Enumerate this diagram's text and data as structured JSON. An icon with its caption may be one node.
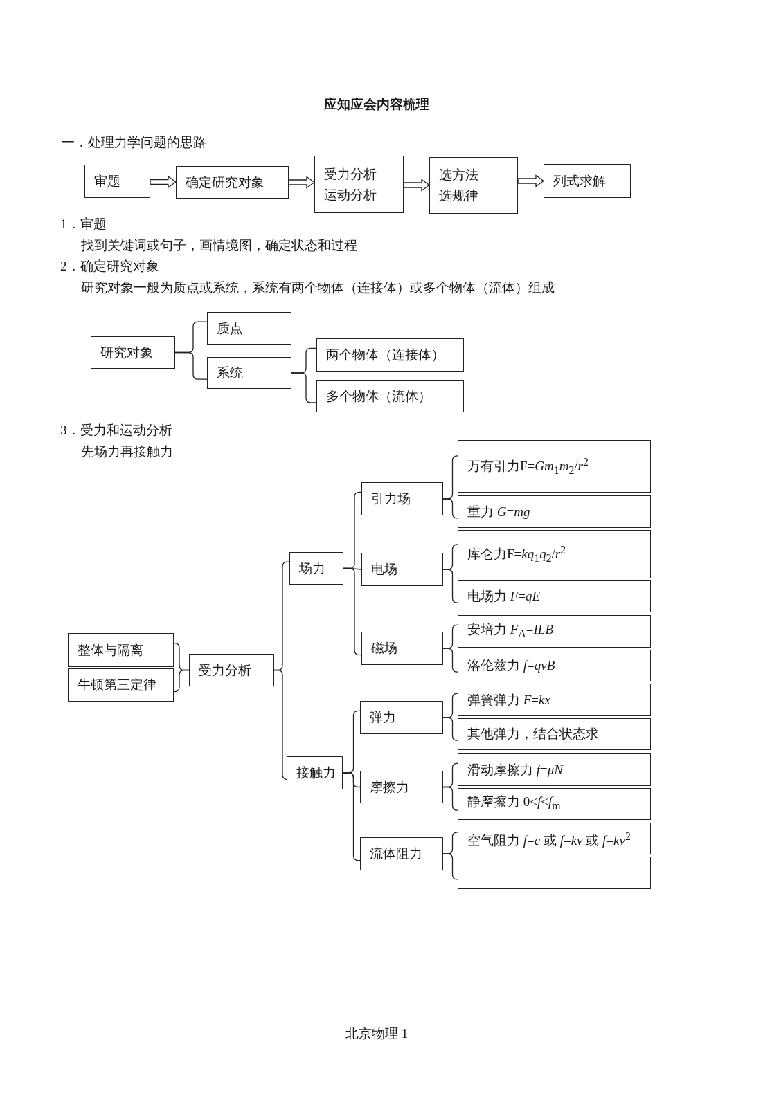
{
  "diagram": {
    "title": "应知应会内容梳理",
    "nodes": [
      {
        "text": [
          "审题"
        ]
      },
      {
        "text": [
          "确定研究对象"
        ]
      },
      {
        "text": [
          "受力分析",
          "运动分析"
        ]
      },
      {
        "text": [
          "选方法",
          "选规律"
        ]
      },
      {
        "text": [
          "列式求解"
        ]
      },
      {
        "text": [
          "研究对象"
        ]
      },
      {
        "text": [
          "质点"
        ]
      },
      {
        "text": [
          "系统"
        ]
      },
      {
        "text": [
          "两个物体（连接体）"
        ]
      },
      {
        "text": [
          "多个物体（流体）"
        ]
      },
      {
        "text": [
          "整体与隔离"
        ]
      },
      {
        "text": [
          "牛顿第三定律"
        ]
      },
      {
        "text": [
          "受力分析"
        ]
      },
      {
        "text": [
          "场力"
        ]
      },
      {
        "text": [
          "接触力"
        ]
      },
      {
        "text": [
          "引力场"
        ]
      },
      {
        "text": [
          "电场"
        ]
      },
      {
        "text": [
          "磁场"
        ]
      },
      {
        "text": [
          "弹力"
        ]
      },
      {
        "text": [
          "摩擦力"
        ]
      },
      {
        "text": [
          "流体阻力"
        ]
      },
      {
        "text": [
          "万有引力F=*Gm*$_{1}$*m*$_{2}$/*r*$^{2}$"
        ]
      },
      {
        "text": [
          "重力 *G*=*mg*"
        ]
      },
      {
        "text": [
          "库仑力F=*kq*$_{1}$*q*$_{2}$/*r*$^{2}$"
        ]
      },
      {
        "text": [
          "电场力 *F*=*qE*"
        ]
      },
      {
        "text": [
          "安培力 *F*$_{A}$=*ILB*"
        ]
      },
      {
        "text": [
          "洛伦兹力 *f*=*qvB*"
        ]
      },
      {
        "text": [
          "弹簧弹力 *F*=*kx*"
        ]
      },
      {
        "text": [
          "其他弹力，结合状态求"
        ]
      },
      {
        "text": [
          "滑动摩擦力 *f*=*μN*"
        ]
      },
      {
        "text": [
          "静摩擦力 0<*f*<*f*$_{m}$"
        ]
      },
      {
        "text": [
          "空气阻力 *f*=*c* 或 *f*=*kv* 或 *f*=*kv*$^{2}$"
        ]
      },
      {
        "text": [],
        "shape": "box"
      }
    ],
    "edges": [
      {
        "from": 0,
        "to": 1,
        "arrow": "to"
      },
      {
        "from": 1,
        "to": 2,
        "arrow": "to"
      },
      {
        "from": 2,
        "to": 3,
        "arrow": "to"
      },
      {
        "from": 3,
        "to": 4,
        "arrow": "to"
      },
      {
        "from": 5,
        "to": 6,
        "arrow": "none"
      },
      {
        "from": 5,
        "to": 7,
        "arrow": "none"
      },
      {
        "from": 7,
        "to": 8,
        "arrow": "none"
      },
      {
        "from": 7,
        "to": 9,
        "arrow": "none"
      },
      {
        "from": 10,
        "to": 12,
        "arrow": "none"
      },
      {
        "from": 11,
        "to": 12,
        "arrow": "none"
      },
      {
        "from": 12,
        "to": 13,
        "arrow": "none"
      },
      {
        "from": 12,
        "to": 14,
        "arrow": "none"
      },
      {
        "from": 13,
        "to": 15,
        "arrow": "none"
      },
      {
        "from": 13,
        "to": 16,
        "arrow": "none"
      },
      {
        "from": 13,
        "to": 17,
        "arrow": "none"
      },
      {
        "from": 14,
        "to": 18,
        "arrow": "none"
      },
      {
        "from": 14,
        "to": 19,
        "arrow": "none"
      },
      {
        "from": 14,
        "to": 20,
        "arrow": "none"
      },
      {
        "from": 15,
        "to": 21,
        "arrow": "none"
      },
      {
        "from": 15,
        "to": 22,
        "arrow": "none"
      },
      {
        "from": 16,
        "to": 23,
        "arrow": "none"
      },
      {
        "from": 16,
        "to": 24,
        "arrow": "none"
      },
      {
        "from": 17,
        "to": 25,
        "arrow": "none"
      },
      {
        "from": 17,
        "to": 26,
        "arrow": "none"
      },
      {
        "from": 18,
        "to": 27,
        "arrow": "none"
      },
      {
        "from": 18,
        "to": 28,
        "arrow": "none"
      },
      {
        "from": 19,
        "to": 29,
        "arrow": "none"
      },
      {
        "from": 19,
        "to": 30,
        "arrow": "none"
      },
      {
        "from": 20,
        "to": 31,
        "arrow": "none"
      },
      {
        "from": 20,
        "to": 32,
        "arrow": "none"
      }
    ],
    "labels": [
      "一．处理力学问题的思路",
      "1．审题",
      "找到关键词或句子，画情境图，确定状态和过程",
      "2．确定研究对象",
      "研究对象一般为质点或系统，系统有两个物体（连接体）或多个物体（流体）组成",
      "3．受力和运动分析",
      "先场力再接触力",
      "北京物理 1"
    ]
  }
}
